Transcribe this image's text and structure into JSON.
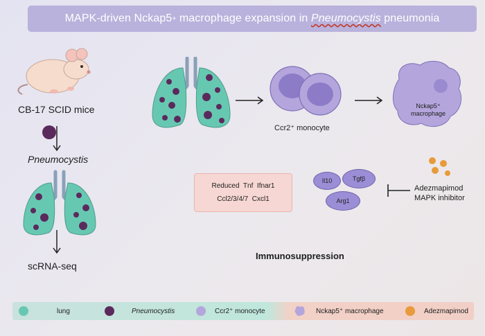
{
  "title": {
    "prefix": "MAPK-driven Nckap5",
    "sup": "+",
    "middle": " macrophage expansion in ",
    "italic": "Pneumocystis",
    "suffix": " pneumonia"
  },
  "left_column": {
    "mouse_label": "CB-17 SCID mice",
    "pathogen_label": "Pneumocystis",
    "readout_label": "scRNA-seq"
  },
  "flow": {
    "monocyte_label": "Ccr2⁺ monocyte",
    "macrophage_label_line1": "Nckap5⁺",
    "macrophage_label_line2": "macrophage"
  },
  "reduced_box": {
    "line1": "Reduced  Tnf  Ifnar1",
    "line2": "Ccl2/3/4/7  Cxcl1"
  },
  "cytokines": {
    "il10": "Il10",
    "tgfb": "Tgfβ",
    "arg1": "Arg1"
  },
  "drug": {
    "line1": "Adezmapimod",
    "line2": "MAPK inhibitor"
  },
  "outcome": "Immunosuppression",
  "legend": [
    {
      "label": "lung",
      "color": "#67c8b2"
    },
    {
      "label": "Pneumocystis",
      "color": "#5b2a5c"
    },
    {
      "label": "Ccr2⁺ monocyte",
      "color": "#b4a6dc"
    },
    {
      "label": "Nckap5⁺ macrophage",
      "color": "#b4a6dc"
    },
    {
      "label": "Adezmapimod",
      "color": "#e89b3a"
    }
  ],
  "colors": {
    "lung": "#67c8b2",
    "pathogen": "#5b2a5c",
    "monocyte": "#b4a6dc",
    "drug": "#e89b3a",
    "banner": "#b9b2dc"
  }
}
